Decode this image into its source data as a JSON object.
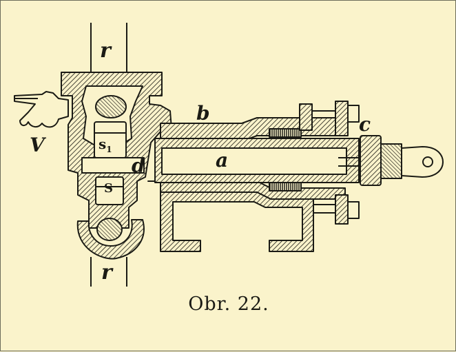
{
  "figure": {
    "caption": "Obr. 22.",
    "labels": {
      "r_top": "r",
      "r_bottom": "r",
      "V": "V",
      "b": "b",
      "c": "c",
      "a": "a",
      "d": "d",
      "s1": "s",
      "s1_sub": "1",
      "s": "S"
    }
  },
  "colors": {
    "paper": "#faf3cb",
    "ink": "#1a1a14"
  }
}
